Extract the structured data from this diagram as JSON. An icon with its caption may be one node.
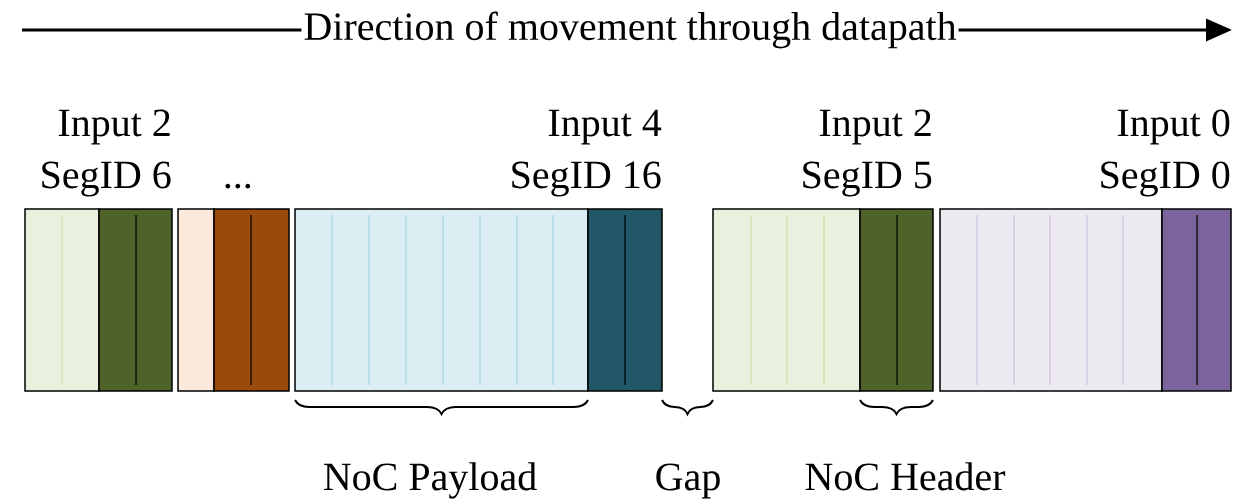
{
  "diagram": {
    "nodes": [
      {
        "text": [
          "Input 2",
          "SegID 6"
        ]
      },
      {
        "text": [
          "..."
        ]
      },
      {
        "text": [
          "Input 4",
          "SegID 16"
        ]
      },
      {
        "text": [
          "Input 2",
          "SegID 5"
        ]
      },
      {
        "text": [
          "Input 0",
          "SegID 0"
        ]
      }
    ],
    "edges": [],
    "labels": [
      "Direction of movement through datapath",
      "NoC Payload",
      "Gap",
      "NoC Header"
    ]
  }
}
